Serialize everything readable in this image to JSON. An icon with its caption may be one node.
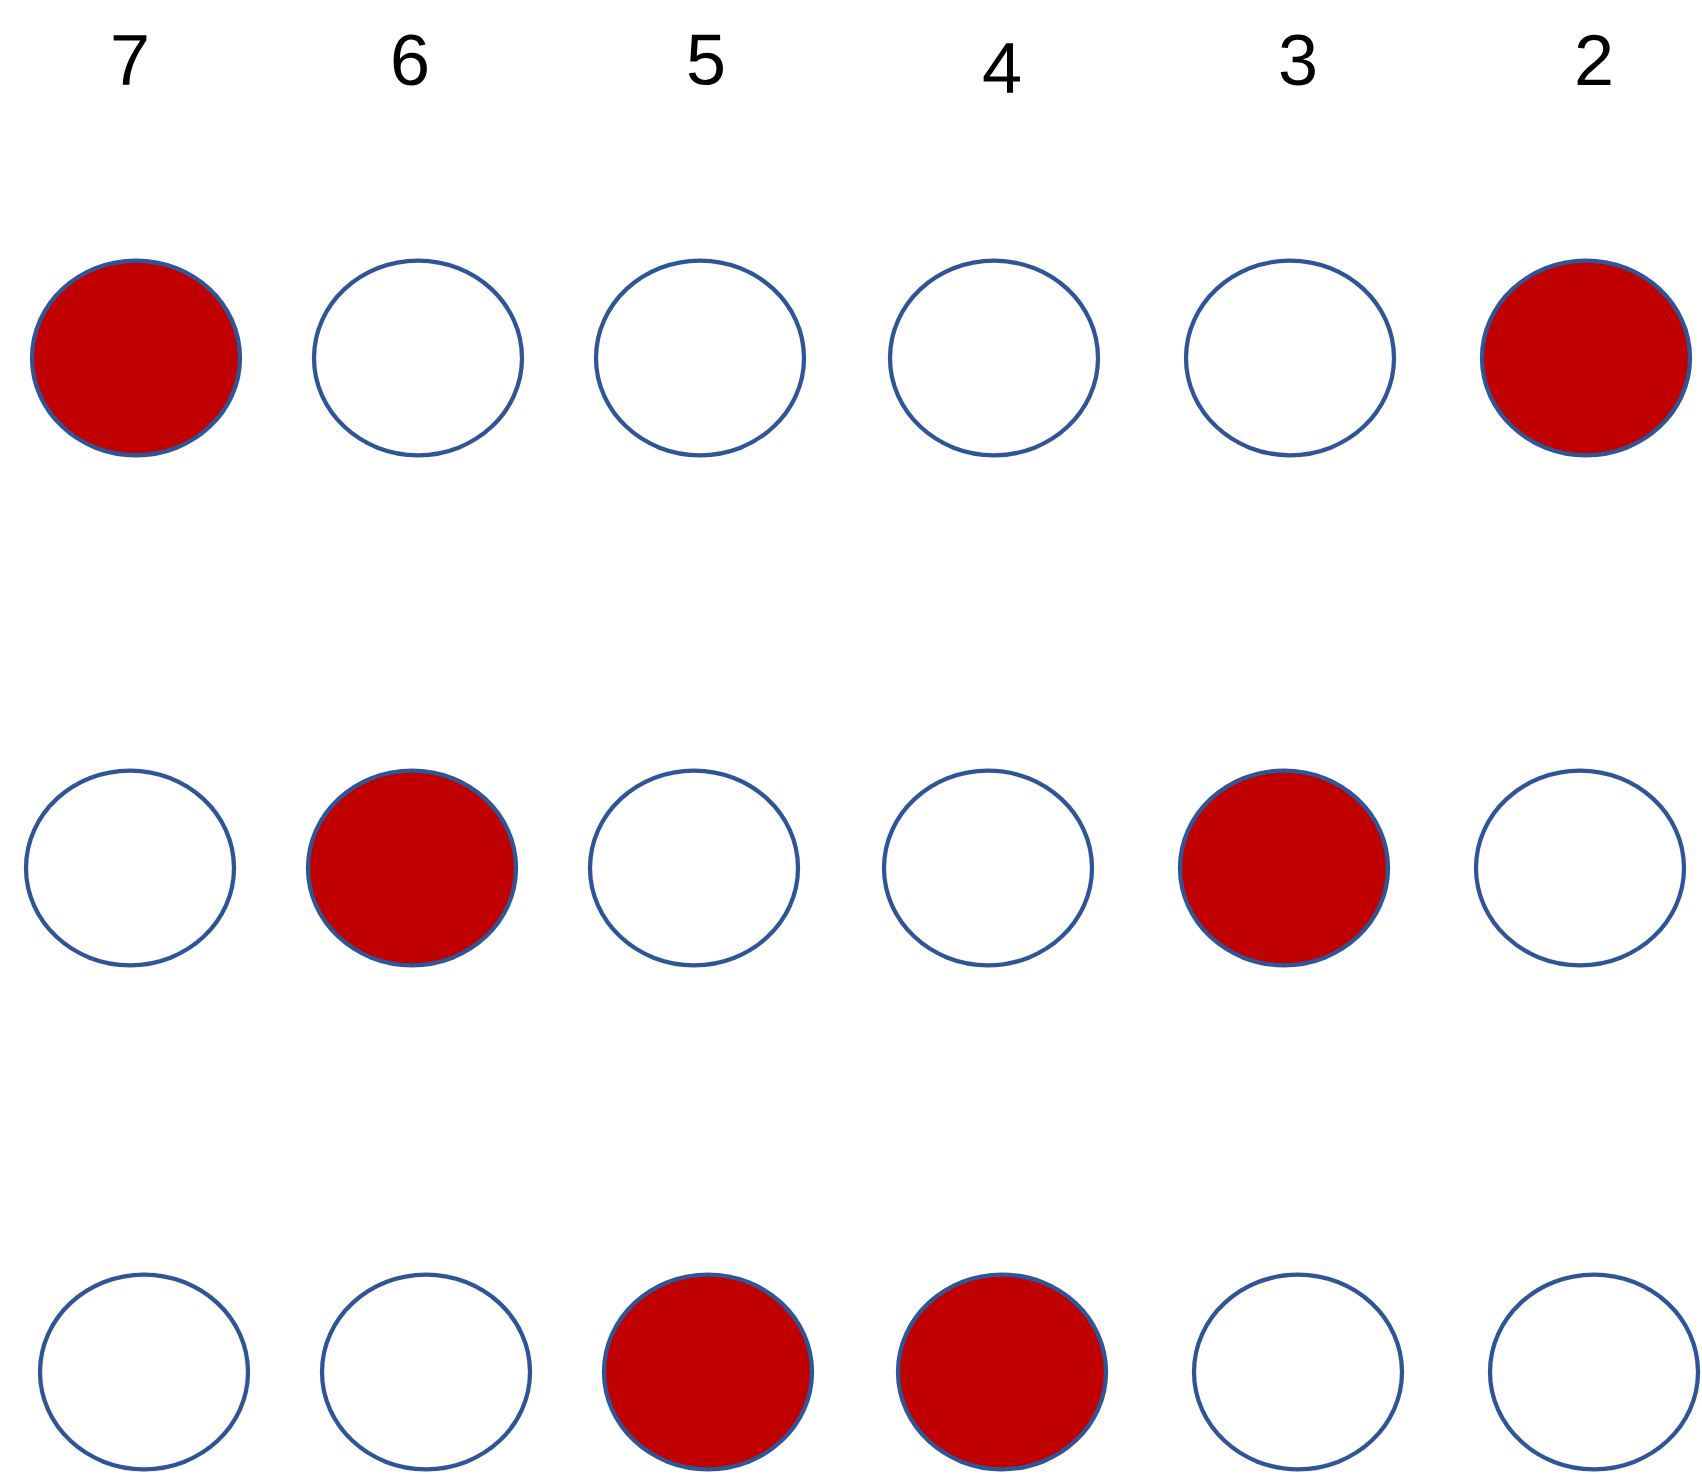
{
  "diagram": {
    "nodes": [
      {
        "text": [],
        "shape": "disc"
      },
      {
        "text": [],
        "shape": "circle"
      },
      {
        "text": [],
        "shape": "circle"
      },
      {
        "text": [],
        "shape": "circle"
      },
      {
        "text": [],
        "shape": "circle"
      },
      {
        "text": [],
        "shape": "disc"
      },
      {
        "text": [],
        "shape": "circle"
      },
      {
        "text": [],
        "shape": "disc"
      },
      {
        "text": [],
        "shape": "circle"
      },
      {
        "text": [],
        "shape": "circle"
      },
      {
        "text": [],
        "shape": "disc"
      },
      {
        "text": [],
        "shape": "circle"
      },
      {
        "text": [],
        "shape": "circle"
      },
      {
        "text": [],
        "shape": "circle"
      },
      {
        "text": [],
        "shape": "disc"
      },
      {
        "text": [],
        "shape": "disc"
      },
      {
        "text": [],
        "shape": "circle"
      },
      {
        "text": [],
        "shape": "circle"
      }
    ],
    "labels": [
      "7",
      "6",
      "5",
      "4",
      "3",
      "2"
    ]
  }
}
